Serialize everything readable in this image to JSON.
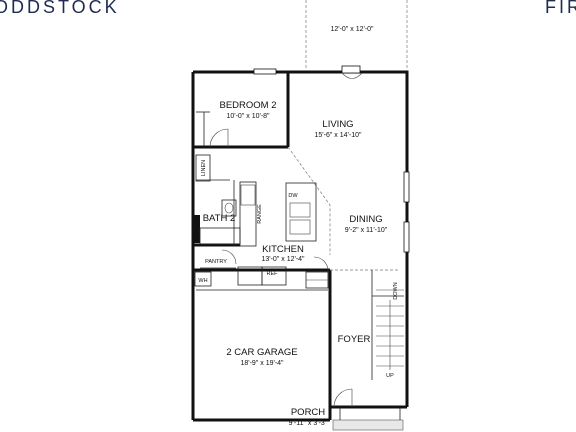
{
  "header": {
    "left_text": "ODDSTOCK",
    "right_text": "FIR"
  },
  "rooms": [
    {
      "id": "patio",
      "dims": "12'-0\" x 12'-0\""
    },
    {
      "id": "bedroom-2",
      "name": "BEDROOM 2",
      "dims": "10'-0\" x 10'-8\""
    },
    {
      "id": "living",
      "name": "LIVING",
      "dims": "15'-6\" x 14'-10\""
    },
    {
      "id": "dining",
      "name": "DINING",
      "dims": "9'-2\" x 11'-10\""
    },
    {
      "id": "kitchen",
      "name": "KITCHEN",
      "dims": "13'-0\" x 12'-4\""
    },
    {
      "id": "garage",
      "name": "2 CAR GARAGE",
      "dims": "18'-9\" x 19'-4\""
    },
    {
      "id": "foyer",
      "name": "FOYER"
    },
    {
      "id": "porch",
      "name": "PORCH",
      "dims": "9'-11\" x 3'-3\""
    },
    {
      "id": "bath-2",
      "name": "BATH 2"
    }
  ],
  "labels": {
    "linen": "LINEN",
    "range": "RANGE",
    "dw": "DW",
    "pantry": "PANTRY",
    "ref": "REF",
    "wh": "WH",
    "down": "DOWN",
    "up": "UP"
  }
}
